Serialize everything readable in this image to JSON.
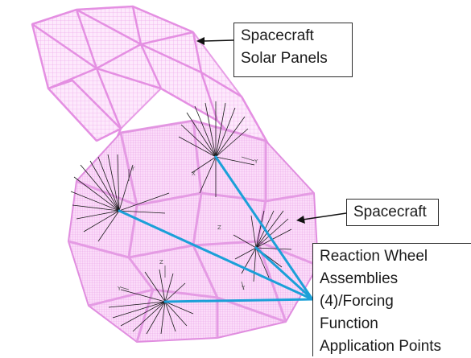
{
  "callouts": {
    "solar_panels": {
      "lines": [
        "Spacecraft",
        "Solar Panels"
      ]
    },
    "spacecraft": {
      "lines": [
        "Spacecraft"
      ]
    },
    "reaction_wheels": {
      "lines": [
        "Reaction Wheel",
        "Assemblies",
        "(4)/Forcing",
        "Function",
        "Application Points"
      ]
    }
  },
  "colors": {
    "mesh": "#f3b6f0",
    "mesh_dark": "#e79ee6",
    "leader": "#1ba0d8",
    "spokes": "#1a1a1a",
    "arrow": "#111111"
  },
  "icons": {
    "arrow": "arrowhead-icon",
    "forcing_point": "spoke-star-icon"
  }
}
